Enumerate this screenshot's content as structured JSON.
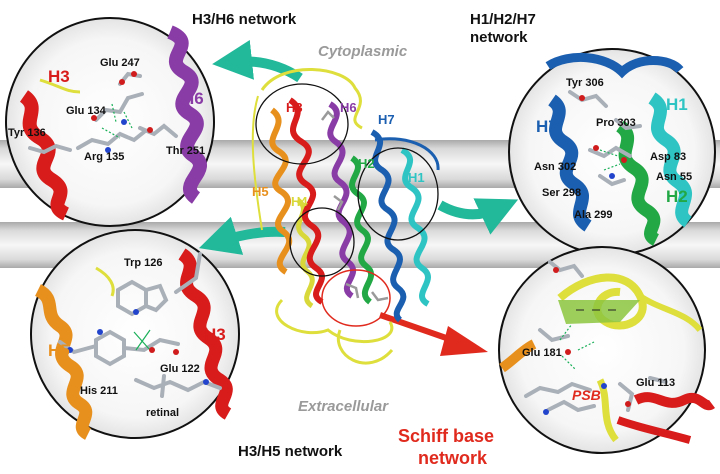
{
  "figure": {
    "title_h3h6": "H3/H6 network",
    "title_h1h2h7_line1": "H1/H2/H7",
    "title_h1h2h7_line2": "network",
    "title_h3h5": "H3/H5 network",
    "title_schiff_line1": "Schiff base",
    "title_schiff_line2": "network",
    "cytoplasmic": "Cytoplasmic",
    "extracellular": "Extracellular"
  },
  "helices": {
    "center": [
      "H3",
      "H6",
      "H7",
      "H2",
      "H1",
      "H5",
      "H4"
    ],
    "h3h6": [
      "H3",
      "H6"
    ],
    "h1h2h7": [
      "H7",
      "H1",
      "H2"
    ],
    "h3h5": [
      "H5",
      "H3"
    ],
    "schiff_psb": "PSB"
  },
  "residues": {
    "h3h6": [
      "Glu 247",
      "Glu 134",
      "Tyr 136",
      "Arg 135",
      "Thr 251"
    ],
    "h1h2h7": [
      "Tyr 306",
      "Pro 303",
      "Asn 302",
      "Asp 83",
      "Asn 55",
      "Ser 298",
      "Ala 299"
    ],
    "h3h5": [
      "Trp 126",
      "Glu 122",
      "His 211",
      "retinal"
    ],
    "schiff": [
      "Glu 181",
      "Glu 113"
    ]
  },
  "colors": {
    "h1": "#2fc4c4",
    "h2": "#22a845",
    "h3": "#d81b1b",
    "h4": "#d8d83a",
    "h5": "#e8901e",
    "h6": "#8a3ca6",
    "h7": "#1b5fb0",
    "loop": "#dede3c",
    "arrow_green": "#22b89a",
    "arrow_red": "#e02a1e",
    "membrane_outer": "#b9b9b9",
    "membrane_inner": "#f4f4f4"
  }
}
